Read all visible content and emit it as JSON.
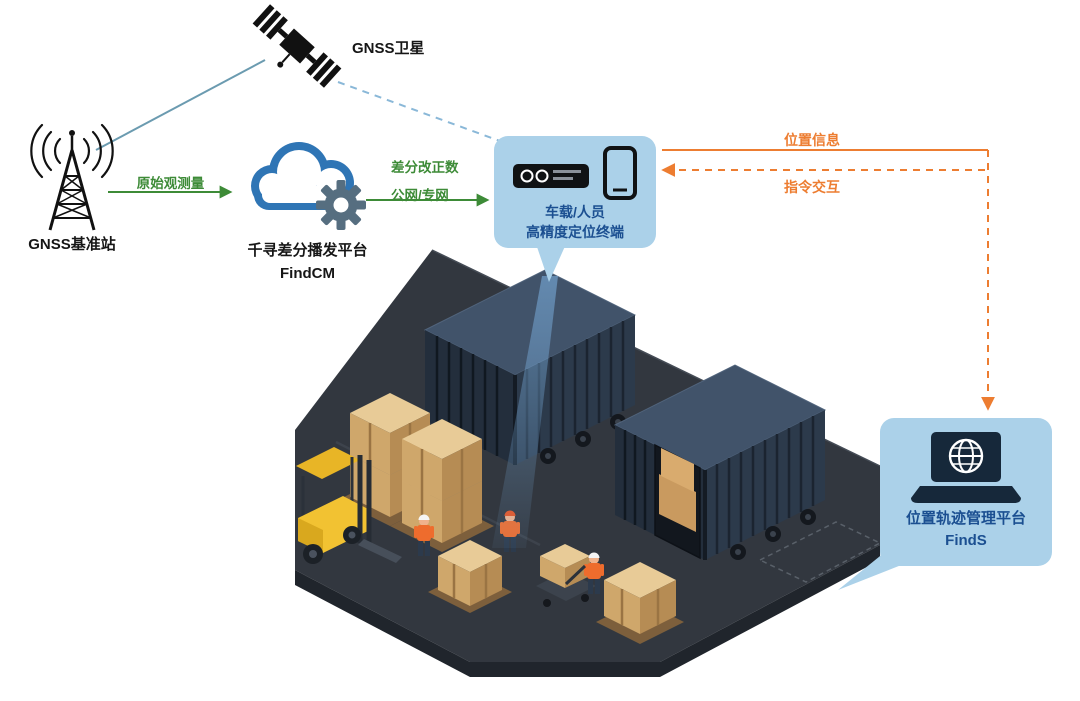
{
  "diagram": {
    "nodes": {
      "satellite": {
        "label": "GNSS卫星"
      },
      "base_station": {
        "label": "GNSS基准站"
      },
      "cloud": {
        "line1": "千寻差分播发平台",
        "line2": "FindCM"
      },
      "terminal": {
        "line1": "车载/人员",
        "line2": "高精度定位终端"
      },
      "finds": {
        "line1": "位置轨迹管理平台",
        "line2": "FindS"
      }
    },
    "edges": {
      "raw_observation": {
        "label": "原始观测量"
      },
      "correction": {
        "line1": "差分改正数",
        "line2": "公网/专网"
      },
      "position_info": {
        "label": "位置信息"
      },
      "command_interaction": {
        "label": "指令交互"
      }
    }
  },
  "icons": [
    "gnss-satellite-icon",
    "base-station-icon",
    "cloud-icon",
    "gear-icon",
    "vehicle-receiver-icon",
    "smartphone-icon",
    "laptop-globe-icon",
    "container",
    "pallet-boxes",
    "forklift-icon",
    "worker-figure",
    "pallet-jack-icon",
    "positioning-beam"
  ],
  "colors": {
    "bubble_fill": "#abd1e9",
    "bubble_text": "#1b4f91",
    "green_arrow": "#3d8b37",
    "orange_arrow": "#ed7d31",
    "cloud_blue": "#2f75b5",
    "satellite_link_blue": "#6b9bb0",
    "dashed_link_blue": "#8ab8d8",
    "platform_gray": "#32373f",
    "container_navy": "#2c3a4b",
    "box_tan": "#cfa76b",
    "forklift_yellow": "#f2c232"
  }
}
